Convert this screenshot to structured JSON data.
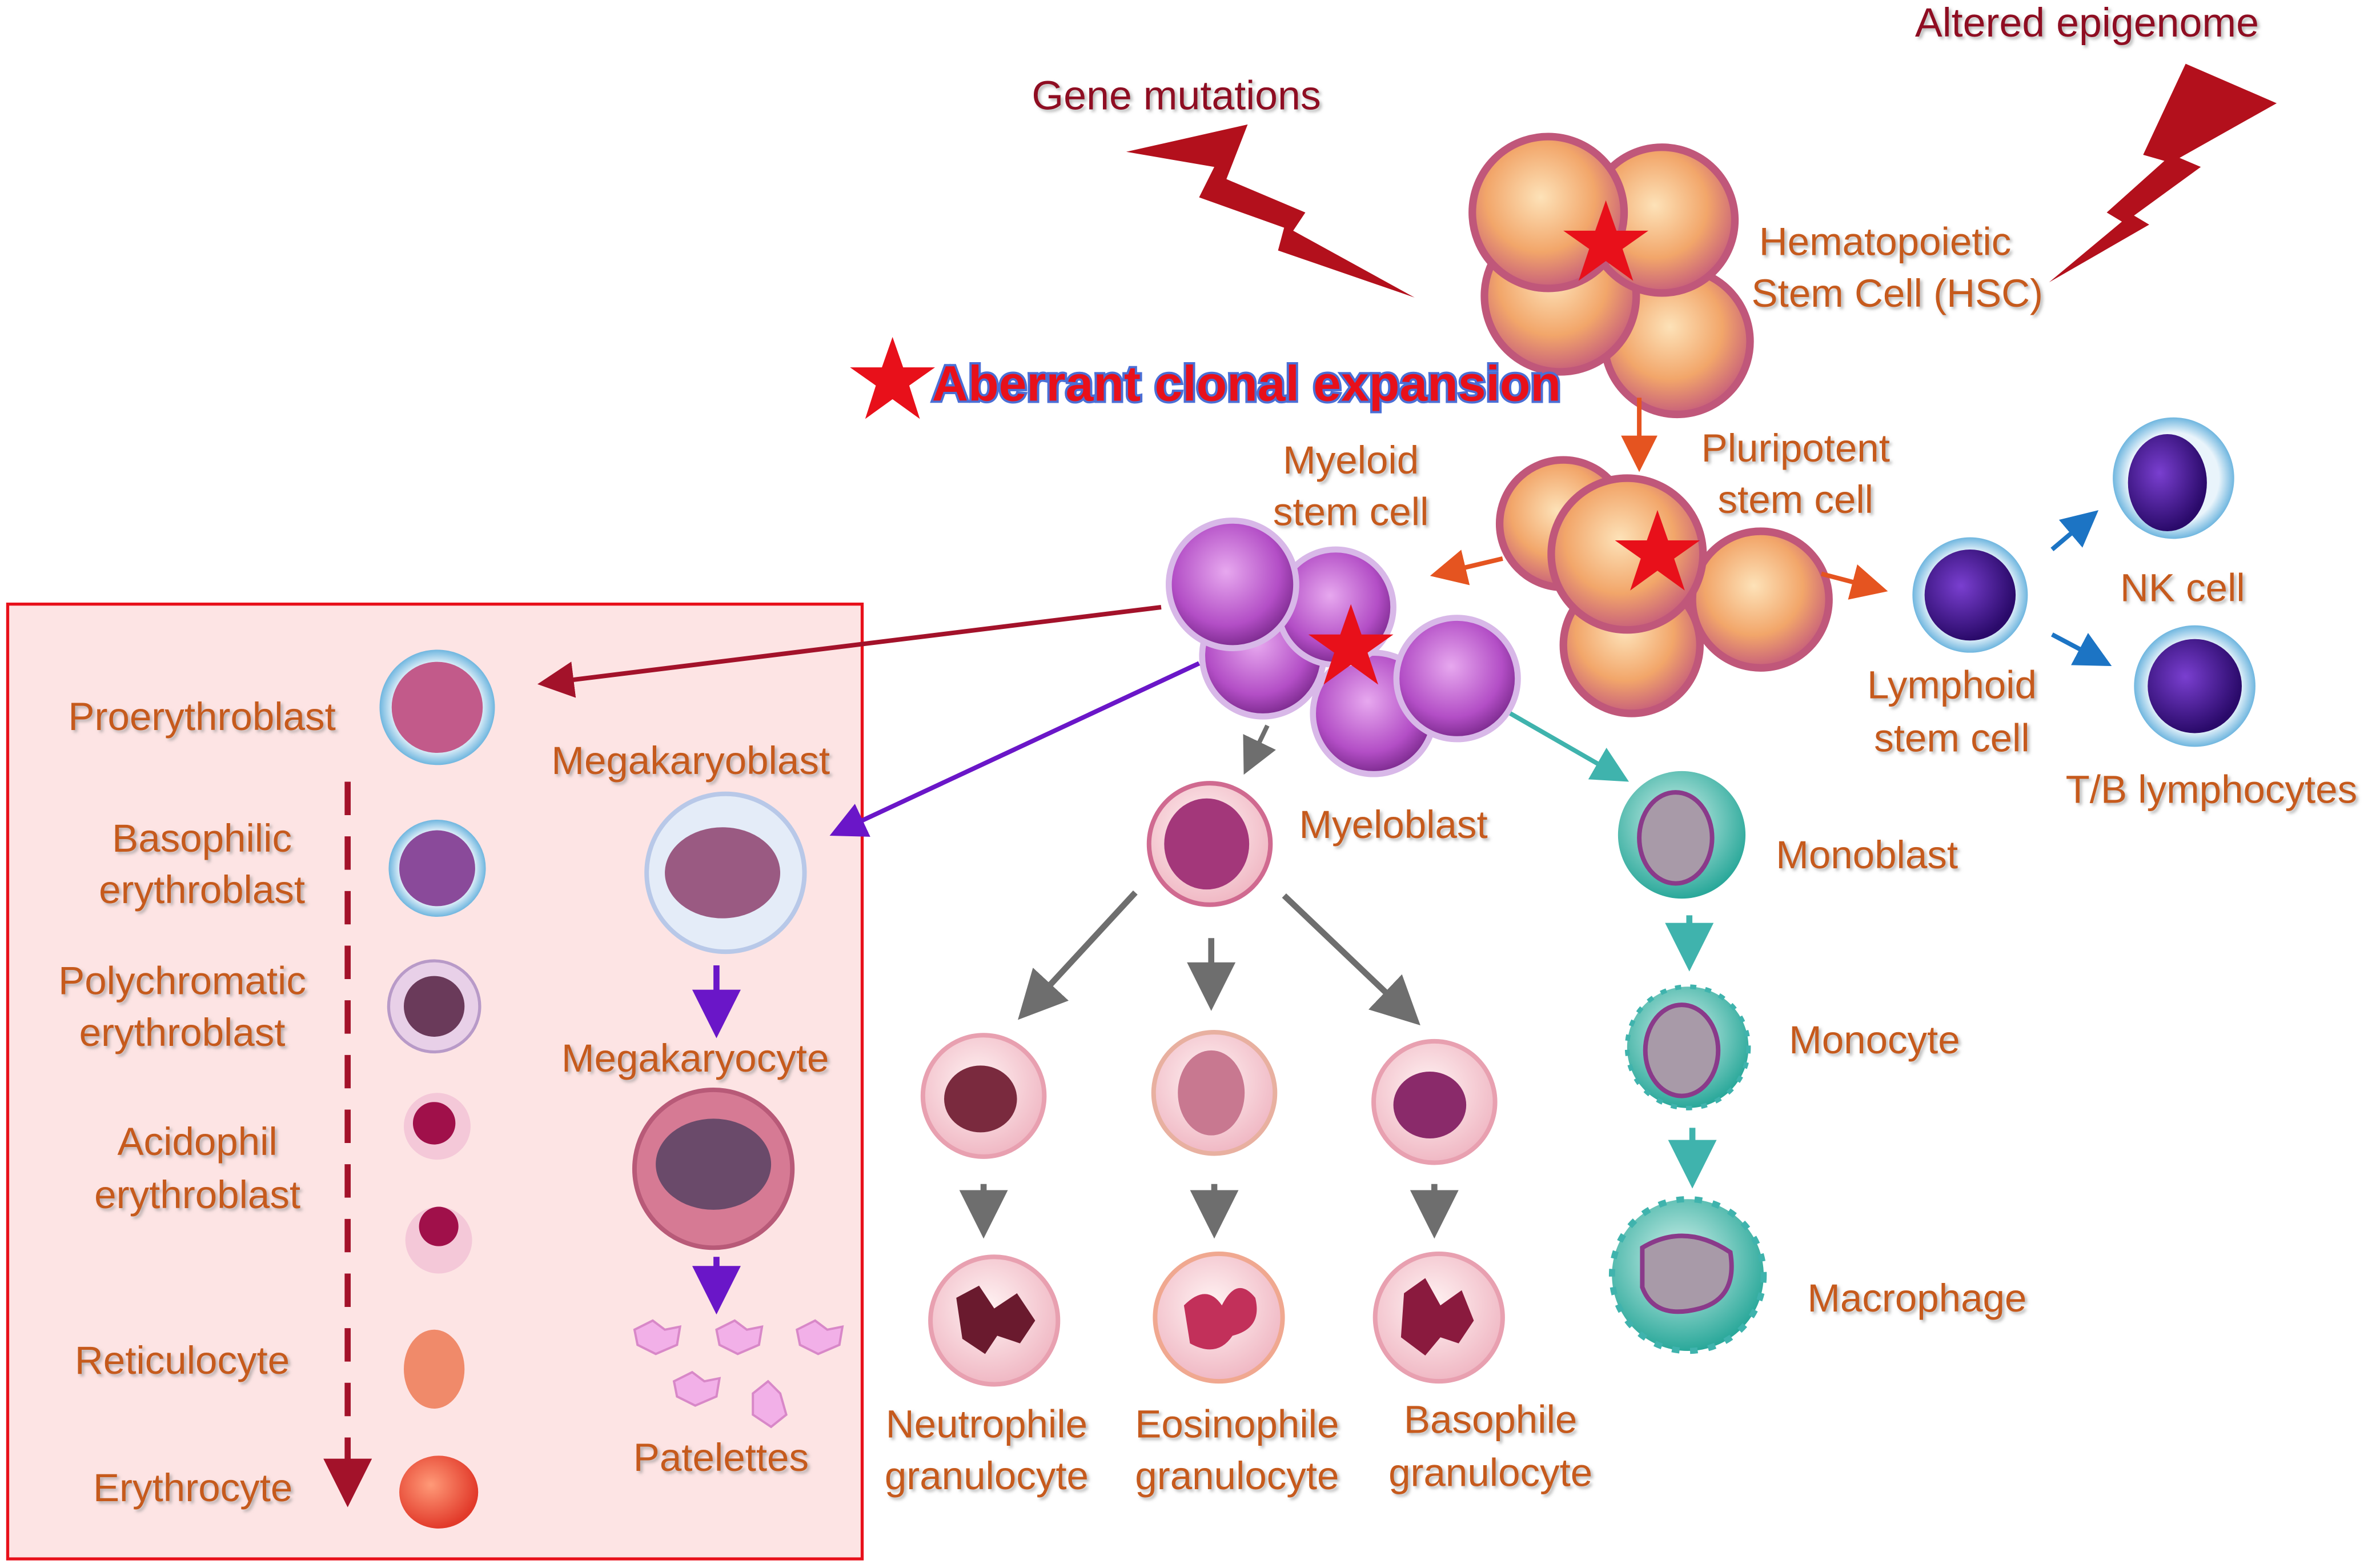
{
  "causes": {
    "altered_epigenome": "Altered epigenome",
    "gene_mutations": "Gene mutations"
  },
  "legend": {
    "aberrant": "Aberrant clonal expansion",
    "star_color": "#e8101a"
  },
  "labels": {
    "hsc_line1": "Hematopoietic",
    "hsc_line2": "Stem Cell (HSC)",
    "pluripotent_line1": "Pluripotent",
    "pluripotent_line2": "stem cell",
    "myeloid_line1": "Myeloid",
    "myeloid_line2": "stem cell",
    "lymphoid_line1": "Lymphoid",
    "lymphoid_line2": "stem cell",
    "nk_cell": "NK cell",
    "tb_lymphocytes": "T/B lymphocytes",
    "myeloblast": "Myeloblast",
    "monoblast": "Monoblast",
    "monocyte": "Monocyte",
    "macrophage": "Macrophage",
    "neutrophile_line1": "Neutrophile",
    "neutrophile_line2": "granulocyte",
    "eosinophile_line1": "Eosinophile",
    "eosinophile_line2": "granulocyte",
    "basophile_line1": "Basophile",
    "basophile_line2": "granulocyte"
  },
  "erythroid_box": {
    "proerythroblast": "Proerythroblast",
    "basophilic_line1": "Basophilic",
    "basophilic_line2": "erythroblast",
    "polychromatic_line1": "Polychromatic",
    "polychromatic_line2": "erythroblast",
    "acidophil_line1": "Acidophil",
    "acidophil_line2": "erythroblast",
    "reticulocyte": "Reticulocyte",
    "erythrocyte": "Erythrocyte",
    "megakaryoblast": "Megakaryoblast",
    "megakaryocyte": "Megakaryocyte",
    "platelets": "Patelettes"
  },
  "colors": {
    "label_text": "#c65a1e",
    "cause_text": "#8f1020",
    "box_fill": "#fde4e4",
    "box_border": "#e8101a"
  }
}
